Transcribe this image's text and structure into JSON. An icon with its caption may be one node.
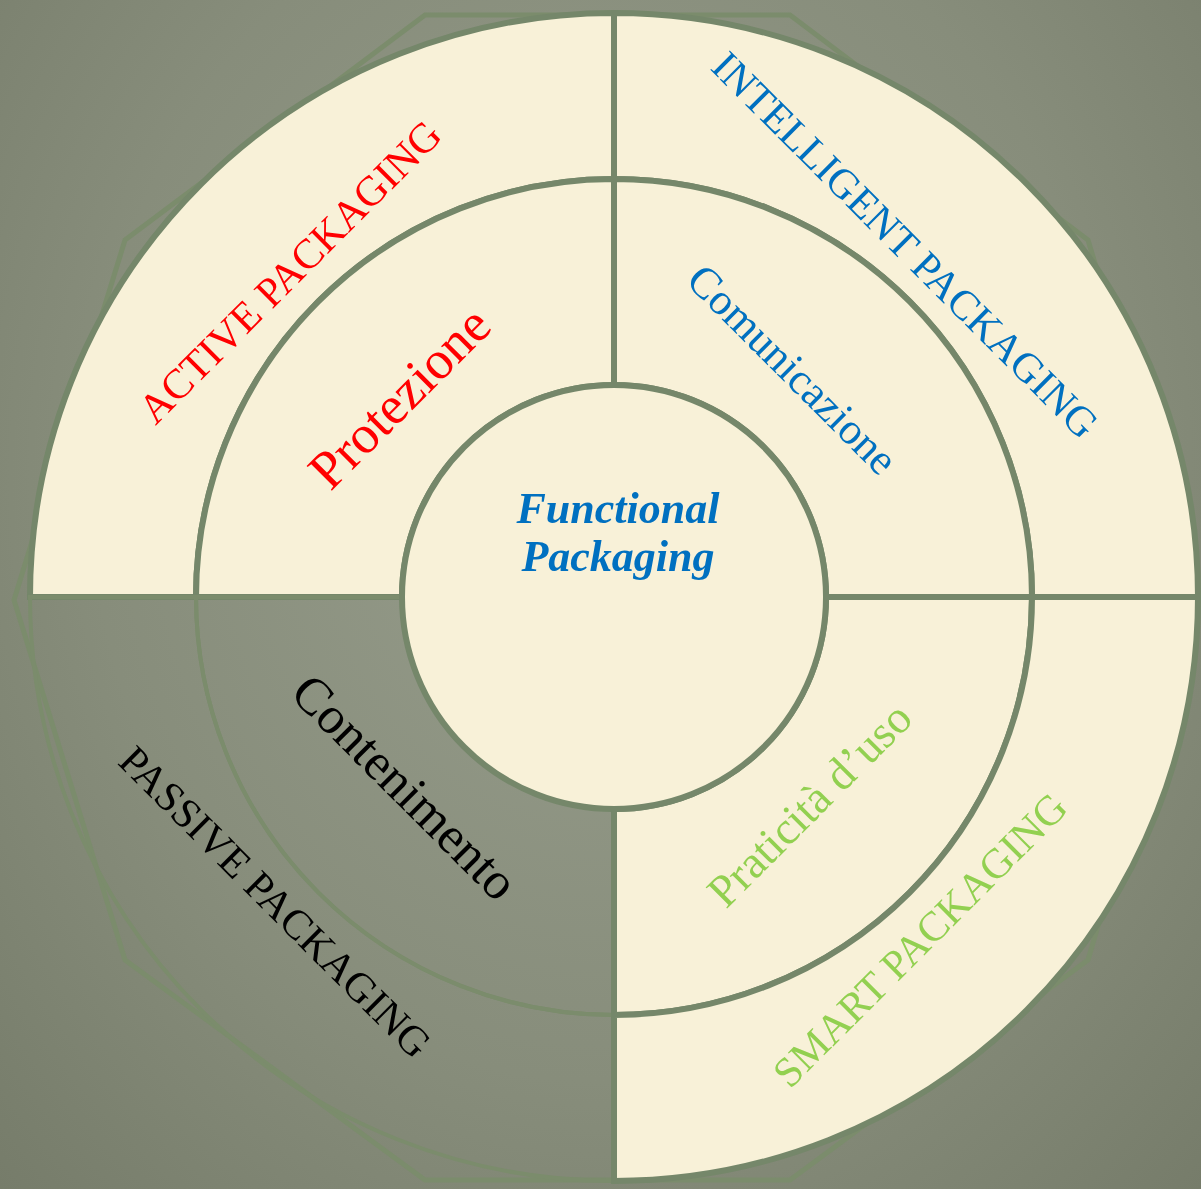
{
  "diagram": {
    "nodes": [
      {
        "text": [
          "ACTIVE PACKAGING"
        ]
      },
      {
        "text": [
          "INTELLIGENT PACKAGING"
        ]
      },
      {
        "text": [
          "Protezione"
        ]
      },
      {
        "text": [
          "Comunicazione"
        ]
      },
      {
        "text": [
          "Functional Packaging"
        ]
      },
      {
        "text": [
          "Contenimento"
        ]
      },
      {
        "text": [
          "Praticità d’uso"
        ]
      },
      {
        "text": [
          "PASSIVE PACKAGING"
        ]
      },
      {
        "text": [
          "SMART PACKAGING"
        ]
      }
    ],
    "edges": []
  }
}
